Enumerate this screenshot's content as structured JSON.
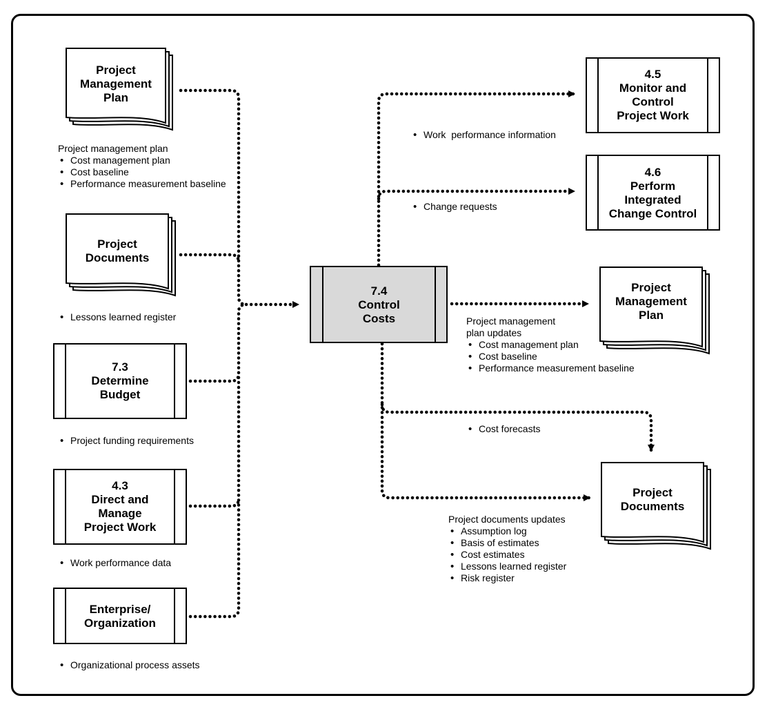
{
  "process": {
    "number": "7.4",
    "name_line1": "Control",
    "name_line2": "Costs"
  },
  "inputs": {
    "pm_plan": {
      "title_lines": [
        "Project",
        "Management",
        "Plan"
      ],
      "heading": "Project management plan",
      "items": [
        "Cost management plan",
        "Cost baseline",
        "Performance measurement baseline"
      ]
    },
    "project_documents": {
      "title_lines": [
        "Project",
        "Documents"
      ],
      "items": [
        "Lessons learned register"
      ]
    },
    "determine_budget": {
      "title_lines": [
        "7.3",
        "Determine",
        "Budget"
      ],
      "items": [
        "Project funding requirements"
      ]
    },
    "direct_manage": {
      "title_lines": [
        "4.3",
        "Direct and",
        "Manage",
        "Project Work"
      ],
      "items": [
        "Work performance data"
      ]
    },
    "enterprise": {
      "title_lines": [
        "Enterprise/",
        "Organization"
      ],
      "items": [
        "Organizational process assets"
      ]
    }
  },
  "outputs": {
    "monitor_control": {
      "title_lines": [
        "4.5",
        "Monitor and",
        "Control",
        "Project Work"
      ],
      "items": [
        "Work  performance information"
      ]
    },
    "integrated_change": {
      "title_lines": [
        "4.6",
        "Perform",
        "Integrated",
        "Change Control"
      ],
      "items": [
        "Change requests"
      ]
    },
    "pm_plan_out": {
      "title_lines": [
        "Project",
        "Management",
        "Plan"
      ],
      "heading_lines": [
        "Project management",
        "plan updates"
      ],
      "items": [
        "Cost management plan",
        "Cost baseline",
        "Performance measurement baseline"
      ]
    },
    "cost_forecasts": {
      "items": [
        "Cost forecasts"
      ]
    },
    "project_documents_out": {
      "title_lines": [
        "Project",
        "Documents"
      ],
      "heading": "Project documents updates",
      "items": [
        "Assumption log",
        "Basis of estimates",
        "Cost estimates",
        "Lessons learned register",
        "Risk register"
      ]
    }
  },
  "colors": {
    "process_fill": "#d9d9d9",
    "line": "#000000",
    "background": "#ffffff"
  }
}
